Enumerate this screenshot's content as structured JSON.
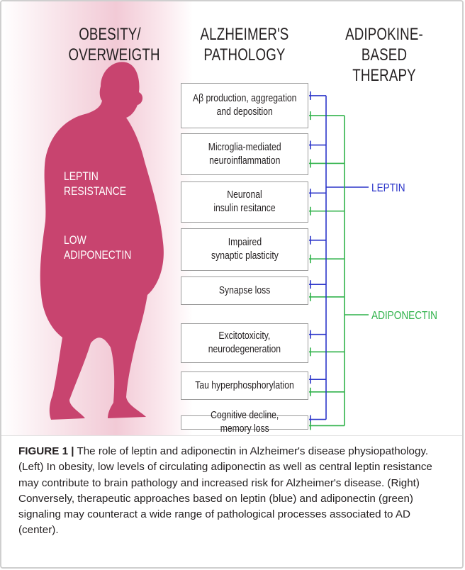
{
  "headings": {
    "left": "OBESITY/\nOVERWEIGTH",
    "center": "ALZHEIMER'S\nPATHOLOGY",
    "right": "ADIPOKINE-BASED\nTHERAPY"
  },
  "body_text": {
    "resistance": "LEPTIN\nRESISTANCE",
    "low": "LOW\nADIPONECTIN"
  },
  "pathology_boxes": [
    "Aβ production, aggregation\nand deposition",
    "Microglia-mediated\nneuroinflammation",
    "Neuronal\ninsulin resitance",
    "Impaired\nsynaptic plasticity",
    "Synapse loss",
    "Excitotoxicity,\nneurodegeneration",
    "Tau hyperphosphorylation",
    "Cognitive decline,\nmemory loss"
  ],
  "therapy_labels": {
    "leptin": "LEPTIN",
    "adiponectin": "ADIPONECTIN"
  },
  "colors": {
    "silhouette": "#c8446f",
    "leptin": "#2b35c9",
    "adiponectin": "#2fb24a"
  },
  "caption": {
    "label": "FIGURE 1 |",
    "text": " The role of leptin and adiponectin in Alzheimer's disease physiopathology. (Left) In obesity, low levels of circulating adiponectin as well as central leptin resistance may contribute to brain pathology and increased risk for Alzheimer's disease. (Right) Conversely, therapeutic approaches based on leptin (blue) and adiponectin (green) signaling may counteract a wide range of pathological processes associated to AD (center)."
  }
}
